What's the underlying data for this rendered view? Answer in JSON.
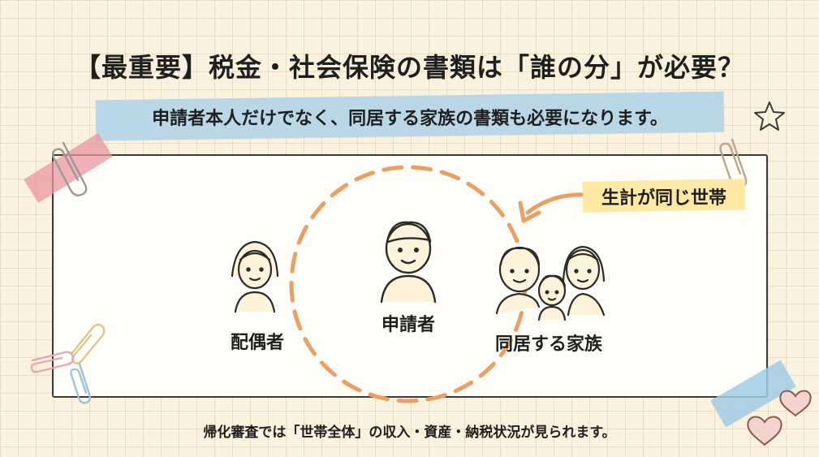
{
  "header": {
    "title": "【最重要】税金・社会保険の書類は「誰の分」が必要？",
    "subtitle": "申請者本人だけでなく、同居する家族の書類も必要になります。"
  },
  "diagram": {
    "household_label": "生計が同じ世帯",
    "people": [
      {
        "label": "配偶者",
        "icon": "spouse-icon"
      },
      {
        "label": "申請者",
        "icon": "applicant-icon"
      },
      {
        "label": "同居する家族",
        "icon": "family-icon"
      }
    ]
  },
  "footer": {
    "note": "帰化審査では「世帯全体」の収入・資産・納税状況が見られます。"
  },
  "colors": {
    "dash_circle": "#eb9f63",
    "arrow": "#eb9f63",
    "tape_pink": "#e996a0",
    "tape_blue": "#a0cde4",
    "subtitle_band": "#b9d7e6",
    "household_band": "#fde8a4",
    "heart": "#c9867a"
  }
}
